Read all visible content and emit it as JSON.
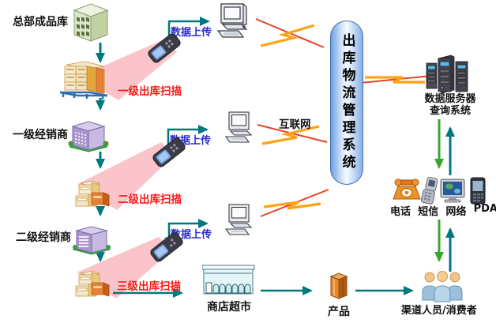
{
  "labels": {
    "hq": "总部成品库",
    "distributor1": "一级经销商",
    "distributor2": "二级经销商",
    "scan1": "一级出库扫描",
    "scan2": "二级出库扫描",
    "scan3": "三级出库扫描",
    "upload": "数据上传",
    "internet": "互联网",
    "system": "出库物流管理系统",
    "server_line1": "数据服务器",
    "server_line2": "查询系统",
    "channel_phone": "电话",
    "channel_sms": "短信",
    "channel_web": "网络",
    "channel_pda": "PDA",
    "consumers": "渠道人员/消费者",
    "store": "商店超市",
    "product": "产品"
  },
  "colors": {
    "flow_arrow_teal": "#00787d",
    "green_arrow": "#3aa52f",
    "scan_text_red": "#ff1616",
    "upload_text_blue": "#2a2ad0",
    "beam_pink": "#f896a0",
    "cylinder_blue": "#6f9fe0",
    "cylinder_border": "#4472b8",
    "lightning_red": "#e8402a",
    "lightning_orange": "#ffa216"
  },
  "icons": {
    "warehouse-icon": "green 3d warehouse building",
    "pallet-icon": "pallet stacked with cartons",
    "distributor-building-icon": "purple office building on lawn",
    "boxes-icon": "small carton stack",
    "scanner-icon": "handheld barcode scanner pda",
    "computer-icon": "desktop computer",
    "lightning-icon": "wireless lightning link",
    "server-icon": "data server towers",
    "phone-icon": "telephone",
    "mobile-icon": "mobile phone",
    "monitor-icon": "networked monitor",
    "pda-icon": "pda handheld",
    "people-icon": "group of people",
    "store-icon": "shop storefront",
    "product-icon": "product carton"
  }
}
